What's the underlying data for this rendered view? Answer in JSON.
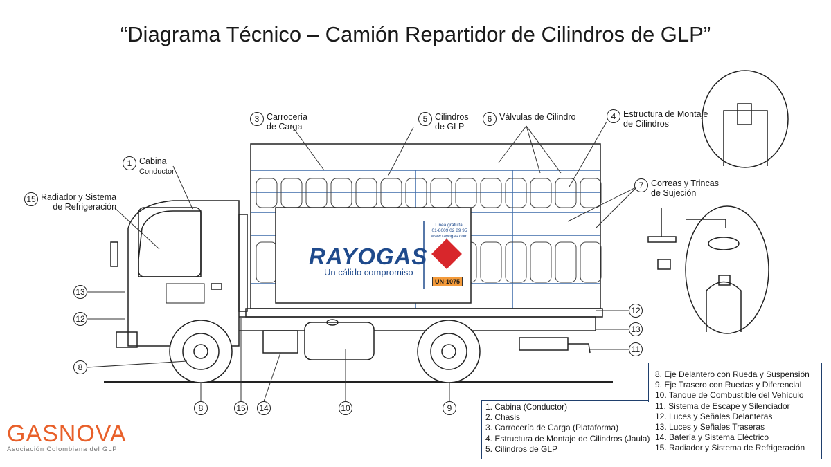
{
  "title": "“Diagrama Técnico – Camión Repartidor de Cilindros de GLP”",
  "callouts": [
    {
      "n": "1",
      "label": "Cabina",
      "sub": "Conductor"
    },
    {
      "n": "15",
      "label": "Radiador y Sistema",
      "sub": "de Refrigeración"
    },
    {
      "n": "3",
      "label": "Carrocería",
      "sub": "de Carga"
    },
    {
      "n": "5",
      "label": "Cilindros",
      "sub": "de GLP"
    },
    {
      "n": "6",
      "label": "Válvulas de Cilindro"
    },
    {
      "n": "4",
      "label": "Estructura de Montaje",
      "sub": "de Cilindros"
    },
    {
      "n": "7",
      "label": "Correas y Trincas",
      "sub": "de Sujeción"
    },
    {
      "n": "13"
    },
    {
      "n": "12"
    },
    {
      "n": "8"
    },
    {
      "n": "8"
    },
    {
      "n": "15"
    },
    {
      "n": "14"
    },
    {
      "n": "10"
    },
    {
      "n": "9"
    },
    {
      "n": "12"
    },
    {
      "n": "13"
    },
    {
      "n": "11"
    }
  ],
  "sign": {
    "brand": "RAYOGAS",
    "slogan": "Un cálido compromiso",
    "phone_label": "Linea gratuita:",
    "phone": "01-8009 02 89 95",
    "web": "www.rayogas.com",
    "un": "UN-1075"
  },
  "legend": {
    "left": [
      "1. Cabina (Conductor)",
      "2. Chasis",
      "3. Carrocería de Carga (Plataforma)",
      "4. Estructura de Montaje de Cilindros (Jaula)",
      "5. Cilindros de GLP"
    ],
    "right": [
      "8. Eje Delantero con Rueda y Suspensión",
      "9. Eje Trasero con Ruedas y Diferencial",
      "10. Tanque de Combustible del Vehículo",
      "11. Sistema de Escape y Silenciador",
      "12. Luces y Señales Delanteras",
      "13. Luces y Señales Traseras",
      "14. Batería y Sistema Eléctrico",
      "15. Radiador y Sistema de Refrigeración"
    ]
  },
  "logo": {
    "name": "GASNOVA",
    "tagline": "Asociación Colombiana del GLP"
  }
}
